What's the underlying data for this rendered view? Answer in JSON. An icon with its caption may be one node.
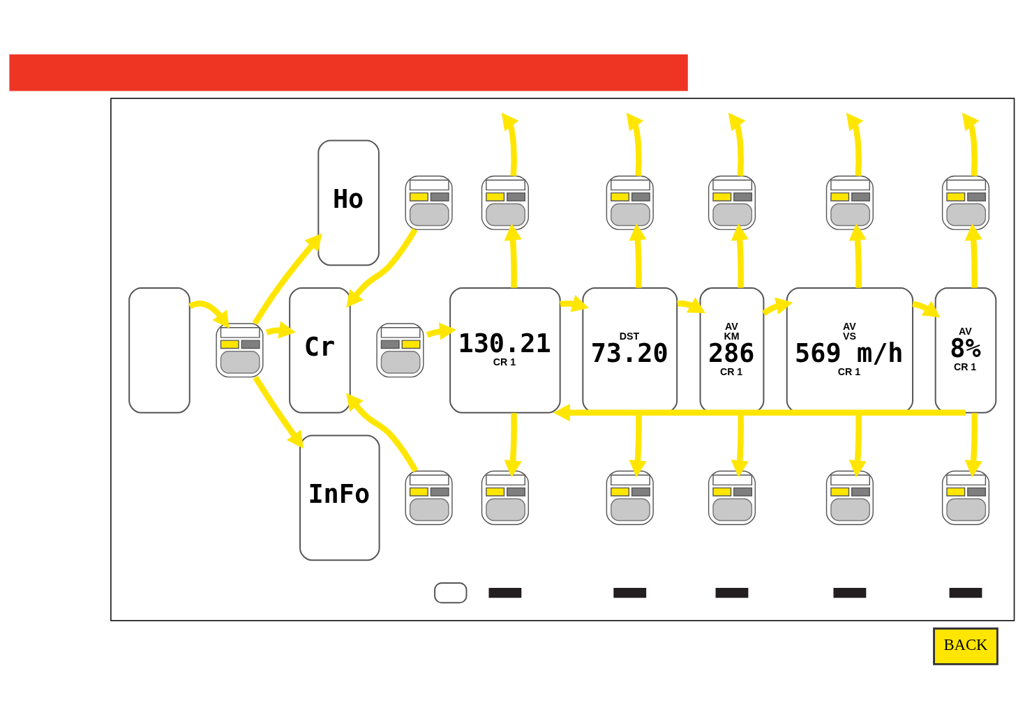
{
  "diagram": {
    "nodes": [
      {
        "text": [],
        "shape": "bar"
      },
      {
        "text": [],
        "shape": "box"
      },
      {
        "text": [],
        "shape": "box",
        "in": 1
      },
      {
        "text": [],
        "shape": "picture",
        "in": 1
      },
      {
        "text": [
          "Ho"
        ],
        "in": 1
      },
      {
        "text": [],
        "shape": "picture",
        "in": 1
      },
      {
        "text": [
          "InFo"
        ],
        "in": 1
      },
      {
        "text": [],
        "shape": "picture",
        "in": 1
      },
      {
        "text": [
          "Cr"
        ],
        "in": 1
      },
      {
        "text": [],
        "shape": "picture",
        "in": 1
      },
      {
        "text": [
          "130.21",
          "CR 1"
        ],
        "in": 1
      },
      {
        "text": [
          "DST",
          "73.20"
        ],
        "in": 1
      },
      {
        "text": [
          "AV",
          "KM",
          "286",
          "CR 1"
        ],
        "in": 1
      },
      {
        "text": [
          "AV",
          "VS",
          "569 m/h",
          "CR 1"
        ],
        "in": 1
      },
      {
        "text": [
          "AV",
          "8%",
          "CR 1"
        ],
        "in": 1
      },
      {
        "text": [],
        "shape": "picture",
        "in": 1
      },
      {
        "text": [],
        "shape": "picture",
        "in": 1
      },
      {
        "text": [],
        "shape": "picture",
        "in": 1
      },
      {
        "text": [],
        "shape": "picture",
        "in": 1
      },
      {
        "text": [],
        "shape": "picture",
        "in": 1
      },
      {
        "text": [],
        "shape": "picture",
        "in": 1
      },
      {
        "text": [],
        "shape": "picture",
        "in": 1
      },
      {
        "text": [],
        "shape": "picture",
        "in": 1
      },
      {
        "text": [],
        "shape": "picture",
        "in": 1
      },
      {
        "text": [],
        "shape": "picture",
        "in": 1
      },
      {
        "text": [],
        "shape": "bar",
        "in": 1
      },
      {
        "text": [],
        "shape": "bar",
        "in": 1
      },
      {
        "text": [],
        "shape": "bar",
        "in": 1
      },
      {
        "text": [],
        "shape": "bar",
        "in": 1
      },
      {
        "text": [],
        "shape": "bar",
        "in": 1
      },
      {
        "text": [],
        "shape": "box",
        "in": 1
      },
      {
        "text": [
          "BACK"
        ]
      }
    ],
    "edges": [
      {
        "from": 2,
        "to": 3,
        "arrow": "to"
      },
      {
        "from": 3,
        "to": 4,
        "arrow": "to"
      },
      {
        "from": 3,
        "to": 8,
        "arrow": "to"
      },
      {
        "from": 3,
        "to": 6,
        "arrow": "to"
      },
      {
        "from": 5,
        "to": 8,
        "arrow": "to"
      },
      {
        "from": 7,
        "to": 8,
        "arrow": "to"
      },
      {
        "from": 9,
        "to": 10,
        "arrow": "to"
      },
      {
        "from": 10,
        "to": 11,
        "arrow": "to"
      },
      {
        "from": 11,
        "to": 12,
        "arrow": "to"
      },
      {
        "from": 12,
        "to": 13,
        "arrow": "to"
      },
      {
        "from": 13,
        "to": 14,
        "arrow": "to"
      },
      {
        "from": 14,
        "to": 10,
        "arrow": "to"
      },
      {
        "from": 10,
        "to": 15,
        "arrow": "to"
      },
      {
        "from": 15,
        "to": null,
        "arrow": "to"
      },
      {
        "from": 10,
        "to": 20,
        "arrow": "to"
      },
      {
        "from": 11,
        "to": 16,
        "arrow": "to"
      },
      {
        "from": 16,
        "to": null,
        "arrow": "to"
      },
      {
        "from": 11,
        "to": 21,
        "arrow": "to"
      },
      {
        "from": 12,
        "to": 17,
        "arrow": "to"
      },
      {
        "from": 17,
        "to": null,
        "arrow": "to"
      },
      {
        "from": 12,
        "to": 22,
        "arrow": "to"
      },
      {
        "from": 13,
        "to": 18,
        "arrow": "to"
      },
      {
        "from": 18,
        "to": null,
        "arrow": "to"
      },
      {
        "from": 13,
        "to": 23,
        "arrow": "to"
      },
      {
        "from": 14,
        "to": 19,
        "arrow": "to"
      },
      {
        "from": 19,
        "to": null,
        "arrow": "to"
      },
      {
        "from": 14,
        "to": 24,
        "arrow": "to"
      }
    ]
  }
}
